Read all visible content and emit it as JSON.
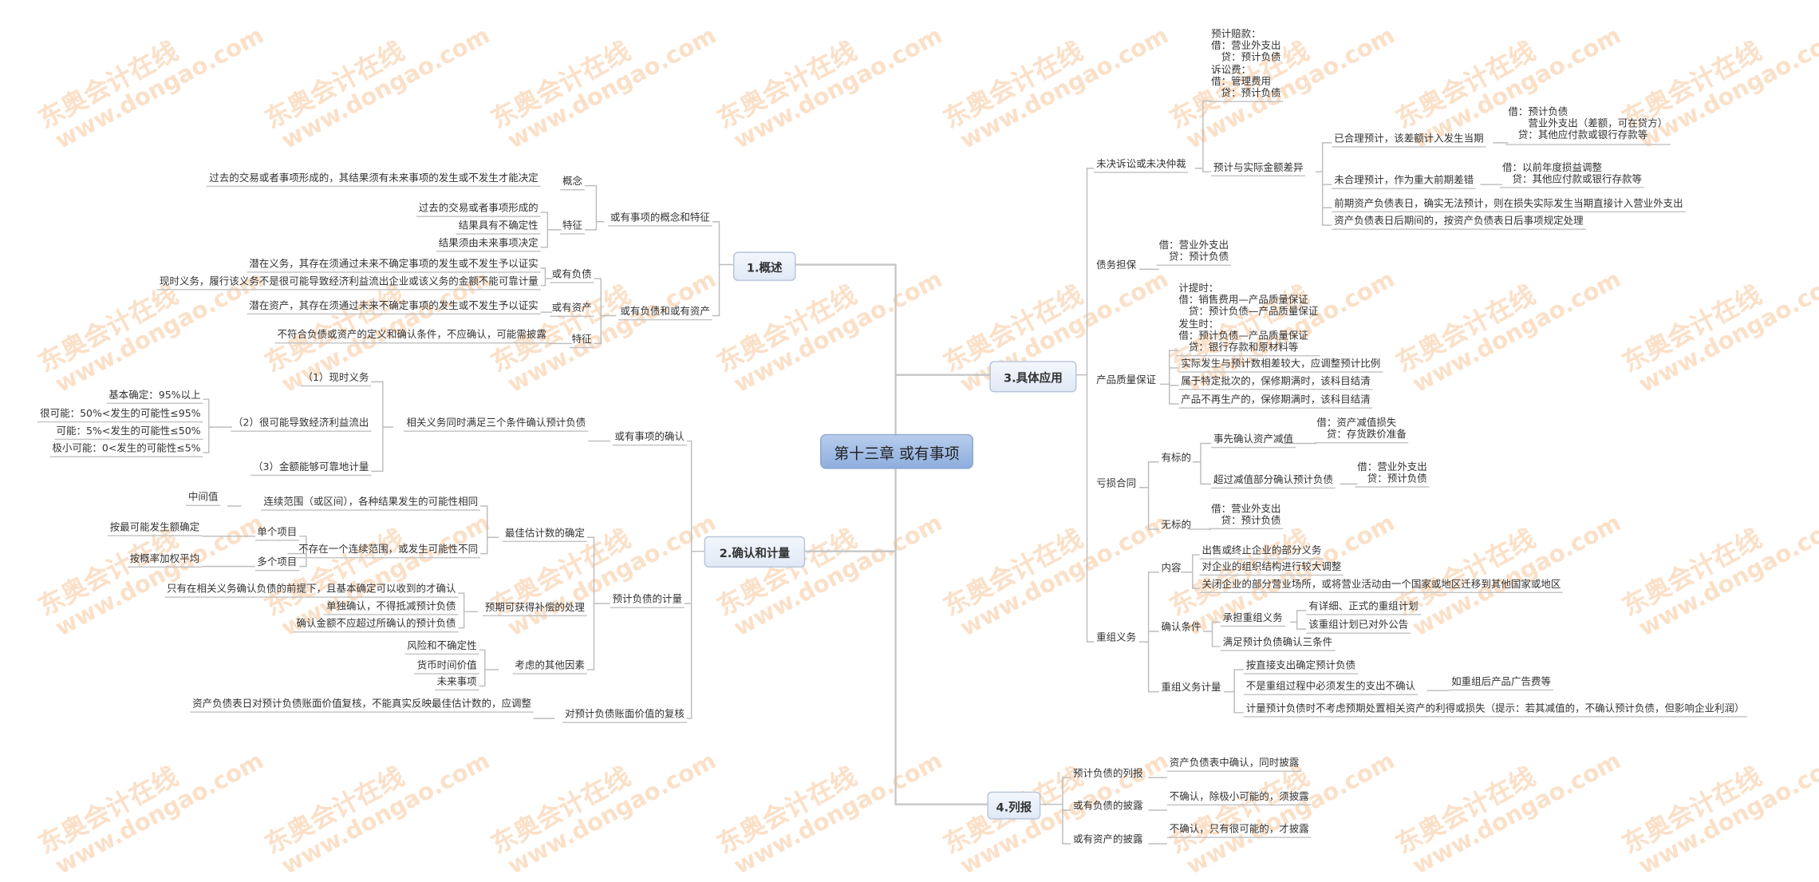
{
  "watermark": {
    "cn": "东奥会计在线",
    "url": "www.dongao.com"
  },
  "colors": {
    "center_fill": "#9ab6e2",
    "branch_fill": "#e6eef9",
    "line": "#bdbdbd",
    "watermark": "#f7c79b"
  },
  "title": "第十三章 或有事项",
  "overview": {
    "label": "1.概述",
    "concept_feature": "或有事项的概念和特征",
    "concept": "概念",
    "concept_text": "过去的交易或者事项形成的，其结果须有未来事项的发生或不发生才能决定",
    "feature": "特征",
    "features": [
      "过去的交易或者事项形成的",
      "结果具有不确定性",
      "结果须由未来事项决定"
    ],
    "liab_asset": "或有负债和或有资产",
    "contingent_liability": "或有负债",
    "liability_texts": [
      "潜在义务，其存在须通过未来不确定事项的发生或不发生予以证实",
      "现时义务，履行该义务不是很可能导致经济利益流出企业或该义务的金额不能可靠计量"
    ],
    "contingent_asset": "或有资产",
    "asset_text": "潜在资产，其存在须通过未来不确定事项的发生或不发生予以证实",
    "feature2": "特征",
    "feature2_text": "不符合负债或资产的定义和确认条件，不应确认，可能需披露"
  },
  "recognition": {
    "label": "2.确认和计量",
    "group": "或有事项的确认",
    "three_conditions": "相关义务同时满足三个条件确认预计负债",
    "cond1": "（1）现时义务",
    "cond2": "（2）很可能导致经济利益流出",
    "cond3": "（3）金额能够可靠地计量",
    "probabilities": [
      "基本确定：95%以上",
      "很可能：50%<发生的可能性≤95%",
      "可能：5%<发生的可能性≤50%",
      "极小可能：0<发生的可能性≤5%"
    ],
    "measure": "预计负债的计量",
    "best_estimate": "最佳估计数的确定",
    "continuous": "连续范围（或区间），各种结果发生的可能性相同",
    "midpoint": "中间值",
    "not_continuous": "不存在一个连续范围，或发生可能性不同",
    "single": "单个项目",
    "single_rule": "按最可能发生额确定",
    "multiple": "多个项目",
    "multiple_rule": "按概率加权平均",
    "compensation": "预期可获得补偿的处理",
    "compensation_items": [
      "只有在相关义务确认负债的前提下，且基本确定可以收到的才确认",
      "单独确认，不得抵减预计负债",
      "确认金额不应超过所确认的预计负债"
    ],
    "other_factors": "考虑的其他因素",
    "factors": [
      "风险和不确定性",
      "货币时间价值",
      "未来事项"
    ],
    "review": "对预计负债账面价值的复核",
    "review_text": "资产负债表日对预计负债账面价值复核，不能真实反映最佳估计数的，应调整"
  },
  "application": {
    "label": "3.具体应用",
    "litigation": "未决诉讼或未决仲裁",
    "litigation_entries": "预计赔款：\n借：营业外支出\n　贷：预计负债\n诉讼费：\n借：管理费用\n　贷：预计负债",
    "difference": "预计与实际金额差异",
    "reasonable": "已合理预计，该差额计入发生当期",
    "reasonable_entries": "借：预计负债\n　　营业外支出（差额，可在贷方）\n　贷：其他应付款或银行存款等",
    "unreasonable": "未合理预计，作为重大前期差错",
    "unreasonable_entries": "借：以前年度损益调整\n　贷：其他应付款或银行存款等",
    "unforeseeable": "前期资产负债表日，确实无法预计，则在损失实际发生当期直接计入营业外支出",
    "post_period": "资产负债表日后期间的，按资产负债表日后事项规定处理",
    "guarantee": "债务担保",
    "guarantee_entries": "借：营业外支出\n　贷：预计负债",
    "warranty": "产品质量保证",
    "warranty_entries": "计提时：\n借：销售费用—产品质量保证\n　贷：预计负债—产品质量保证\n发生时：\n借：预计负债—产品质量保证\n　贷：银行存款和原材料等",
    "warranty_items": [
      "实际发生与预计数相差较大，应调整预计比例",
      "属于特定批次的，保修期满时，该科目结清",
      "产品不再生产的，保修期满时，该科目结清"
    ],
    "onerous": "亏损合同",
    "with_subject": "有标的",
    "impairment_first": "事先确认资产减值",
    "impairment_entries": "借：资产减值损失\n　贷：存货跌价准备",
    "excess": "超过减值部分确认预计负债",
    "excess_entries": "借：营业外支出\n　贷：预计负债",
    "without_subject": "无标的",
    "without_entries": "借：营业外支出\n　贷：预计负债",
    "restructuring": "重组义务",
    "content": "内容",
    "content_items": [
      "出售或终止企业的部分义务",
      "对企业的组织结构进行较大调整",
      "关闭企业的部分营业场所，或将营业活动由一个国家或地区迁移到其他国家或地区"
    ],
    "conditions": "确认条件",
    "obligation": "承担重组义务",
    "obligation_items": [
      "有详细、正式的重组计划",
      "该重组计划已对外公告"
    ],
    "three_met": "满足预计负债确认三条件",
    "measurement": "重组义务计量",
    "measurement_items": [
      "按直接支出确定预计负债",
      "不是重组过程中必须发生的支出不确认",
      "计量预计负债时不考虑预期处置相关资产的利得或损失（提示：若其减值的，不确认预计负债，但影响企业利润）"
    ],
    "ad_example": "如重组后产品广告费等"
  },
  "presentation": {
    "label": "4.列报",
    "provision": "预计负债的列报",
    "provision_text": "资产负债表中确认，同时披露",
    "liability": "或有负债的披露",
    "liability_text": "不确认，除极小可能的，须披露",
    "asset": "或有资产的披露",
    "asset_text": "不确认，只有很可能的，才披露"
  }
}
